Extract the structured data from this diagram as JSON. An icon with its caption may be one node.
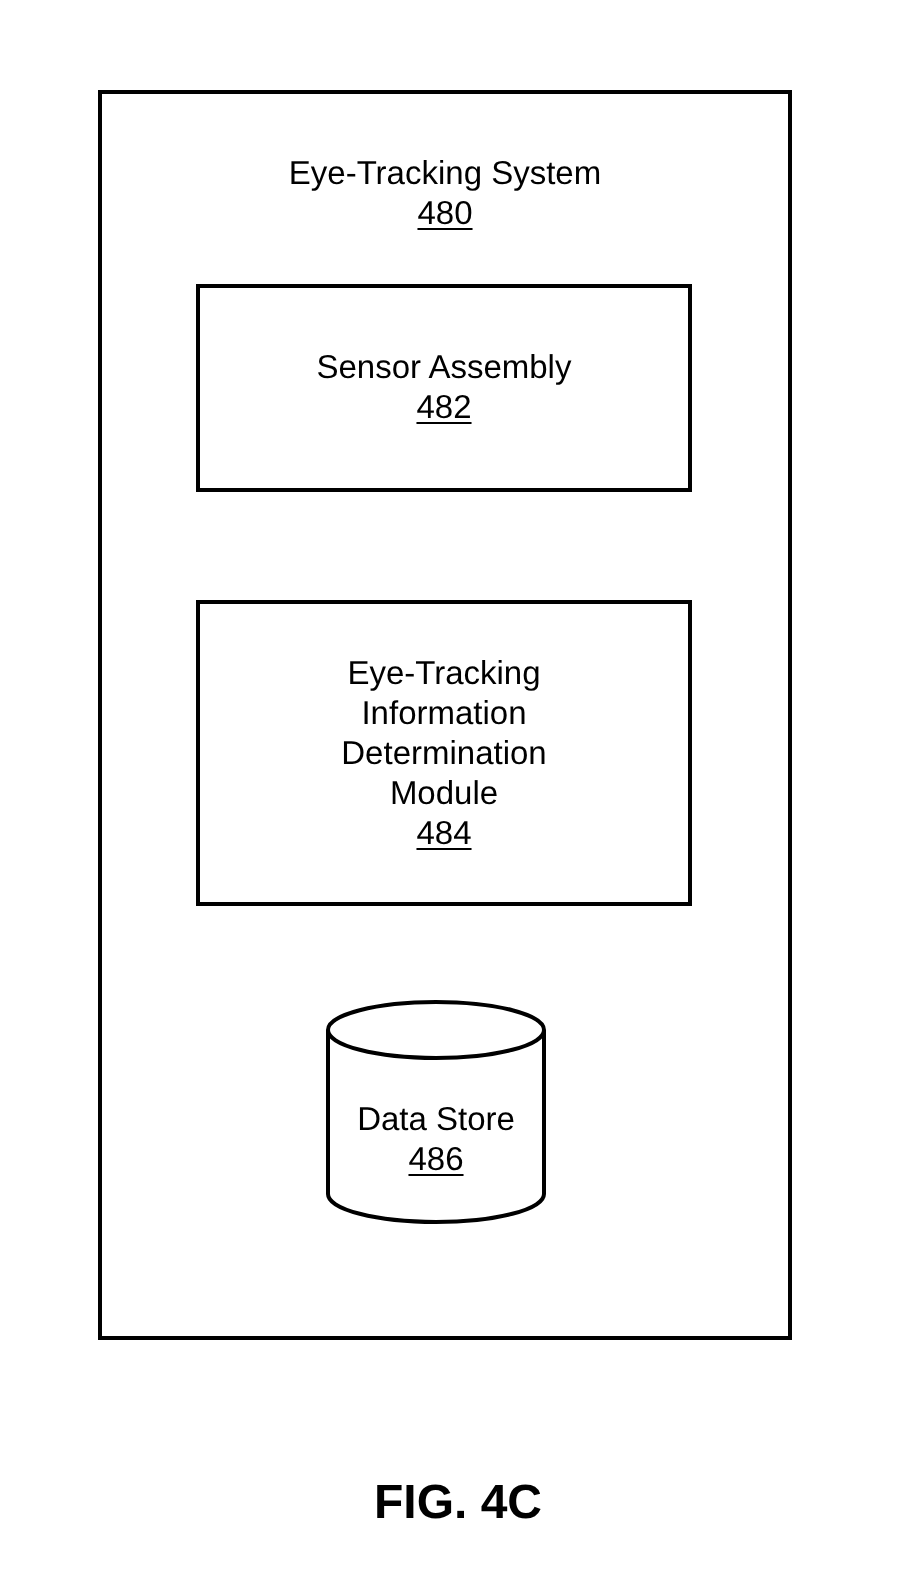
{
  "diagram": {
    "caption": "FIG. 4C",
    "nodes": [
      {
        "text": [
          "Eye-Tracking System",
          "480"
        ]
      },
      {
        "text": [
          "Sensor Assembly",
          "482"
        ],
        "in": 0
      },
      {
        "text": [
          "Eye-Tracking Information Determination Module",
          "484"
        ],
        "in": 0
      },
      {
        "text": [
          "Data Store",
          "486"
        ],
        "in": 0
      }
    ]
  }
}
